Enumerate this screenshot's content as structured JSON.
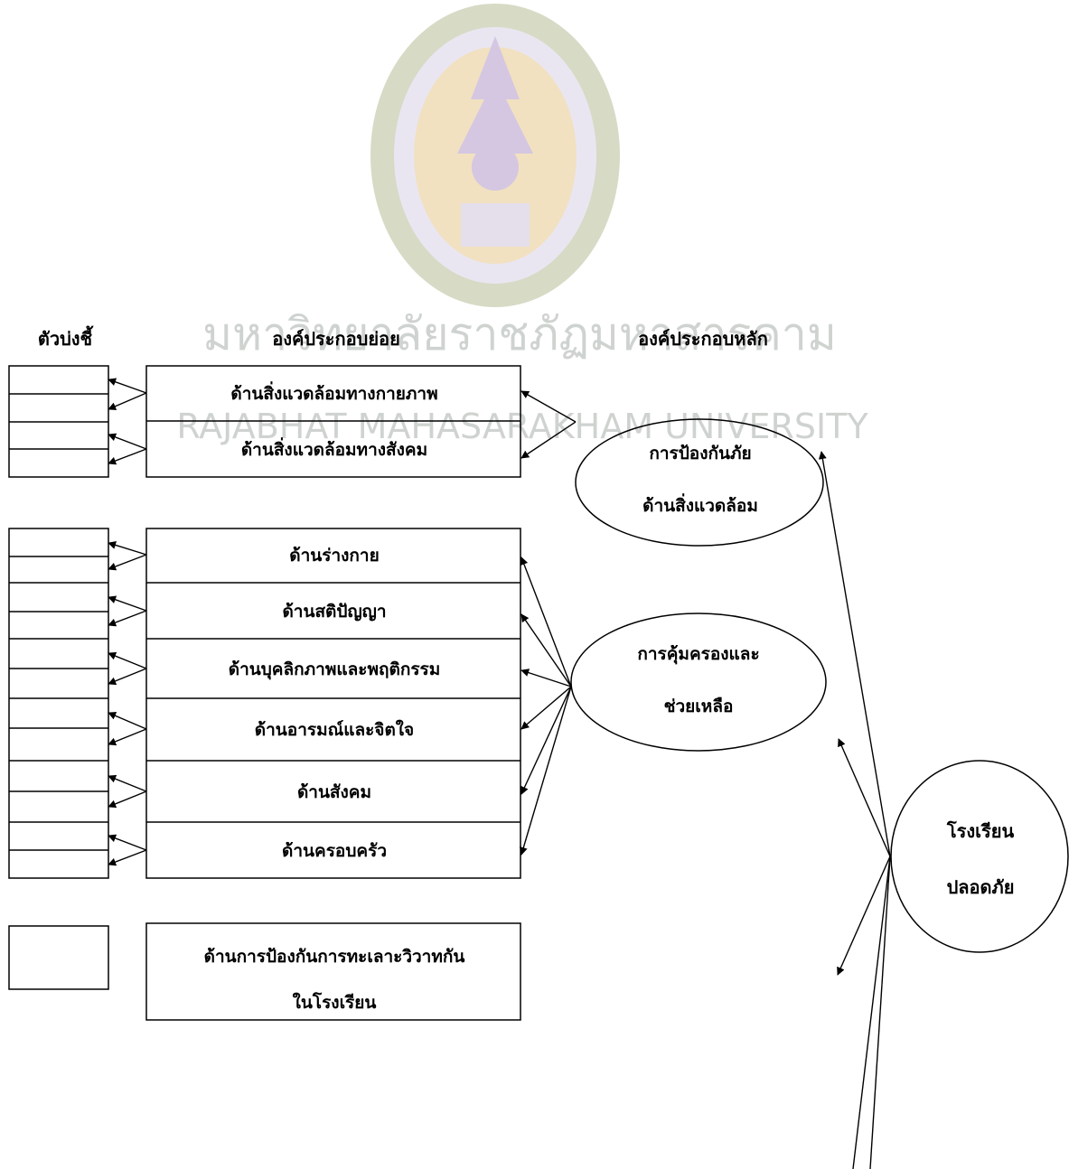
{
  "watermark": {
    "thai_text": "มหาวิทยาลัยราชภัฏมหาสารคาม",
    "english_text": "RAJABHAT MAHASARAKHAM UNIVERSITY",
    "logo_colors": {
      "outer": "#b7bd97",
      "inner": "#b39ac9",
      "gold": "#e6c98f"
    }
  },
  "headers": {
    "indicators": "ตัวบ่งชี้",
    "sub_components": "องค์ประกอบย่อย",
    "main_components": "องค์ประกอบหลัก"
  },
  "sub_components": [
    {
      "lines": [
        "ด้านสิ่งแวดล้อมทางกายภาพ"
      ]
    },
    {
      "lines": [
        "ด้านสิ่งแวดล้อมทางสังคม"
      ]
    },
    {
      "lines": [
        "ด้านร่างกาย"
      ]
    },
    {
      "lines": [
        "ด้านสติปัญญา"
      ]
    },
    {
      "lines": [
        "ด้านบุคลิกภาพและพฤติกรรม"
      ]
    },
    {
      "lines": [
        "ด้านอารมณ์และจิตใจ"
      ]
    },
    {
      "lines": [
        "ด้านสังคม"
      ]
    },
    {
      "lines": [
        "ด้านครอบครัว"
      ]
    },
    {
      "lines": [
        "ด้านการป้องกันการทะเลาะวิวาทกัน",
        "ในโรงเรียน"
      ]
    }
  ],
  "main_components": [
    {
      "lines": [
        "การป้องกันภัย",
        "ด้านสิ่งแวดล้อม"
      ]
    },
    {
      "lines": [
        "การคุ้มครองและ",
        "ช่วยเหลือ"
      ]
    }
  ],
  "root": {
    "lines": [
      "โรงเรียน",
      "ปลอดภัย"
    ]
  }
}
